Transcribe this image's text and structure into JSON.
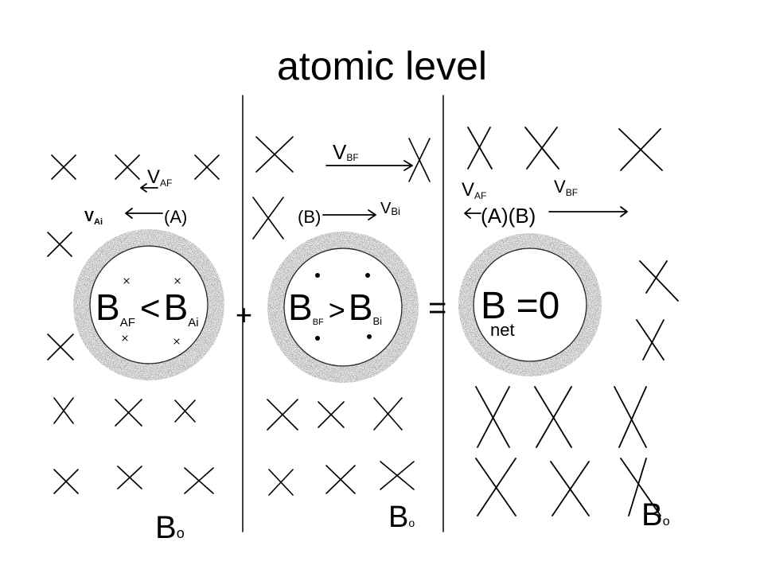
{
  "title": "atomic level",
  "panel_left": {
    "velocity_final": {
      "sym": "V",
      "sub": "AF"
    },
    "velocity_initial": {
      "sym": "V",
      "sub": "Ai"
    },
    "particle": "(A)",
    "equation": {
      "lhs_sym": "B",
      "lhs_sub": "AF",
      "relation": "<",
      "rhs_sym": "B",
      "rhs_sub": "Ai"
    },
    "field": {
      "sym": "B",
      "sub": "o"
    }
  },
  "panel_middle": {
    "velocity_final": {
      "sym": "V",
      "sub": "BF"
    },
    "velocity_initial": {
      "sym": "V",
      "sub": "Bi"
    },
    "particle": "(B)",
    "equation": {
      "lhs_sym": "B",
      "lhs_sub": "BF",
      "relation": ">",
      "rhs_sym": "B",
      "rhs_sub": "Bi"
    },
    "field": {
      "sym": "B",
      "sub": "o"
    }
  },
  "panel_right": {
    "velocity_a": {
      "sym": "V",
      "sub": "AF"
    },
    "velocity_b": {
      "sym": "V",
      "sub": "BF"
    },
    "particles": "(A)(B)",
    "equation": {
      "lhs_sym": "B",
      "lhs_sub": "net",
      "relation": "=0"
    },
    "field": {
      "sym": "B",
      "sub": "o"
    }
  },
  "operators": {
    "plus": "+",
    "equals": "="
  }
}
